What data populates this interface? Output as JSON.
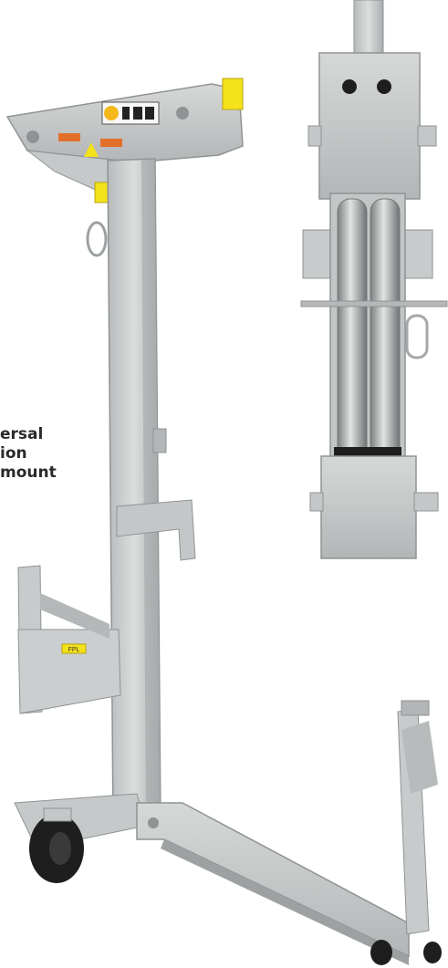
{
  "caption": {
    "lines": [
      "ersal",
      "ion",
      "mount"
    ]
  },
  "labels": {
    "small_sticker_text": "FPL"
  },
  "colors": {
    "galvanized_light": "#d9dbdb",
    "galvanized_mid": "#bfc2c3",
    "galvanized_dark": "#8f9394",
    "warning_yellow": "#f4e21b",
    "warning_orange": "#e3702a",
    "tire_black": "#1e1e1e",
    "caption_text": "#2a2a2a"
  }
}
